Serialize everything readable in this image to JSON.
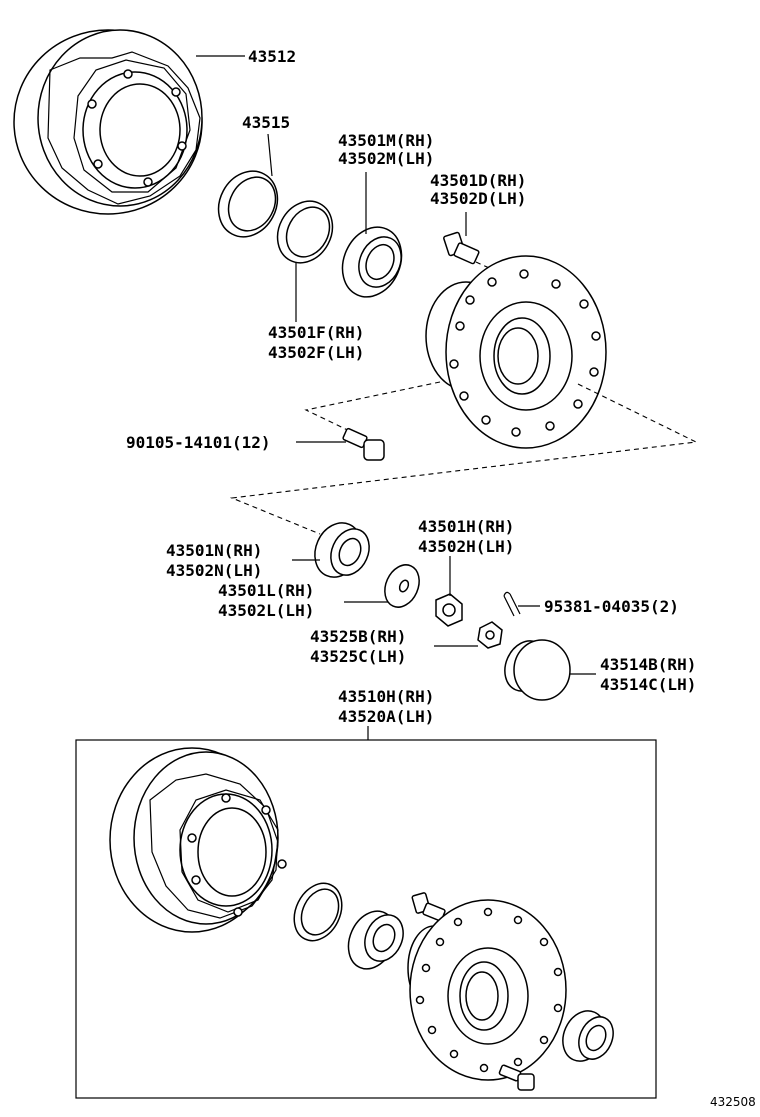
{
  "labels": {
    "l43512": "43512",
    "l43515": "43515",
    "l43501m": "43501M(RH)",
    "l43502m": "43502M(LH)",
    "l43501d": "43501D(RH)",
    "l43502d": "43502D(LH)",
    "l43501f": "43501F(RH)",
    "l43502f": "43502F(LH)",
    "l90105": "90105-14101(12)",
    "l43501h": "43501H(RH)",
    "l43502h": "43502H(LH)",
    "l43501n": "43501N(RH)",
    "l43502n": "43502N(LH)",
    "l43501l": "43501L(RH)",
    "l43502l": "43502L(LH)",
    "l95381": "95381-04035(2)",
    "l43525b": "43525B(RH)",
    "l43525c": "43525C(LH)",
    "l43514b": "43514B(RH)",
    "l43514c": "43514C(LH)",
    "l43510h": "43510H(RH)",
    "l43520a": "43520A(LH)"
  },
  "figure_number": "432508"
}
